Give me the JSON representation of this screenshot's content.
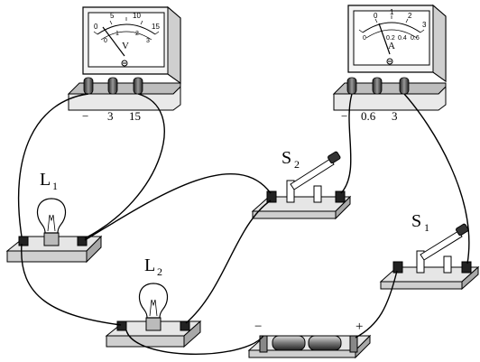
{
  "voltmeter": {
    "symbol": "V",
    "scale_outer": [
      "0",
      "5",
      "10",
      "15"
    ],
    "scale_inner": [
      "0",
      "1",
      "2",
      "3"
    ],
    "terminals": [
      "−",
      "3",
      "15"
    ]
  },
  "ammeter": {
    "symbol": "A",
    "scale_outer": [
      "0",
      "1",
      "2",
      "3"
    ],
    "scale_inner": [
      "0",
      "0.2",
      "0.4",
      "0.6"
    ],
    "terminals": [
      "−",
      "0.6",
      "3"
    ]
  },
  "labels": {
    "l1_main": "L",
    "l1_sub": "1",
    "l2_main": "L",
    "l2_sub": "2",
    "s1_main": "S",
    "s1_sub": "1",
    "s2_main": "S",
    "s2_sub": "2"
  },
  "battery": {
    "minus": "−",
    "plus": "+"
  },
  "colors": {
    "ink": "#000000",
    "panel_light": "#eeeeee",
    "base": "#d9d9d9",
    "knob": "#555555"
  }
}
